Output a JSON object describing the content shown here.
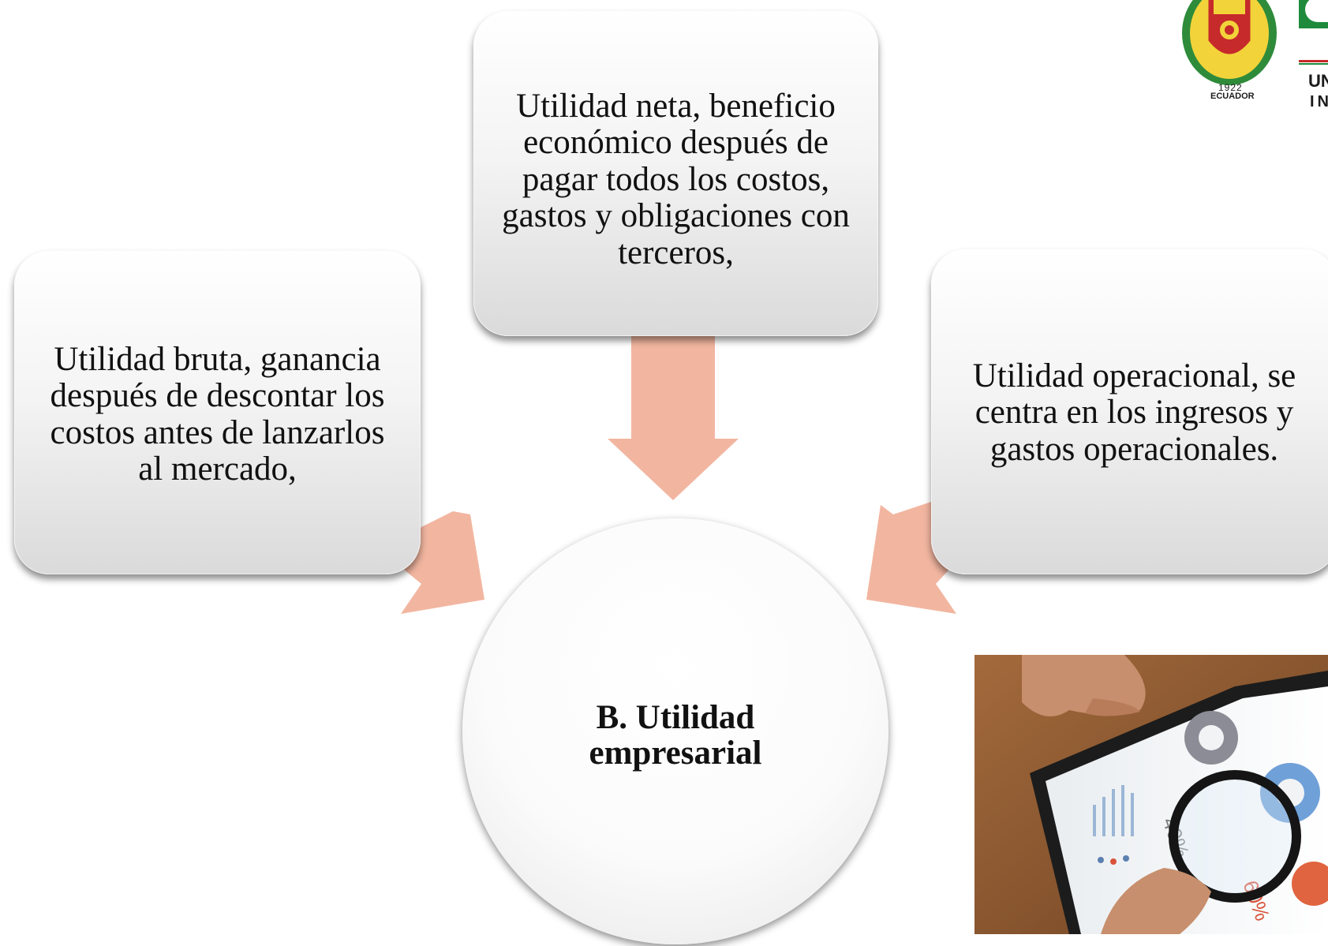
{
  "diagram": {
    "center_label": "B. Utilidad empresarial",
    "boxes": {
      "left": "Utilidad bruta, ganancia después de descontar los costos antes de lanzarlos al mercado,",
      "top": "Utilidad neta, beneficio económico después de pagar todos los costos, gastos y obligaciones con terceros,",
      "right": "Utilidad operacional, se centra en los ingresos y gastos operacionales."
    },
    "arrow_color": "#f2b6a0"
  },
  "logo": {
    "year": "1922",
    "country": "ECUADOR",
    "name_part": "UN",
    "name_part_2": "IN"
  },
  "photo": {
    "percent_a": "40%",
    "percent_b": "60%"
  }
}
